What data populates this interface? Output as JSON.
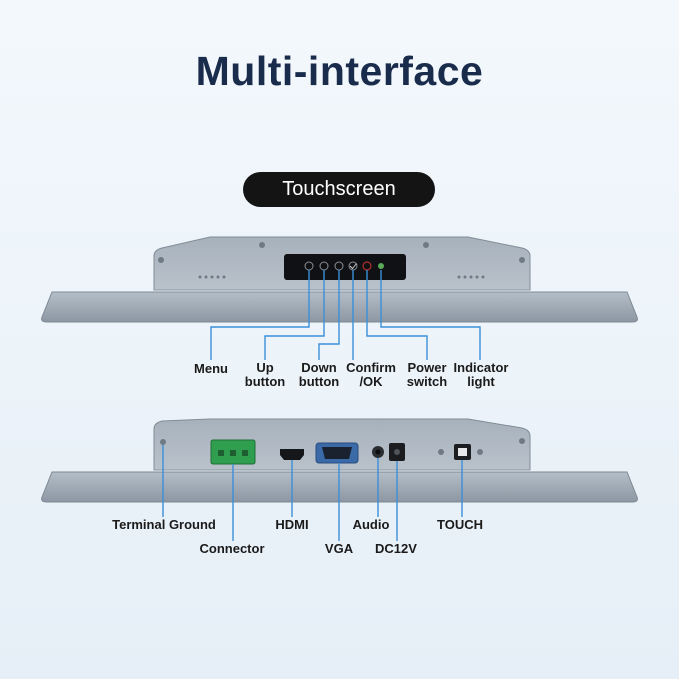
{
  "title": "Multi-interface",
  "section_label": "Touchscreen",
  "top_labels": {
    "menu": "Menu",
    "up_line1": "Up",
    "up_line2": "button",
    "down_line1": "Down",
    "down_line2": "button",
    "confirm_line1": "Confirm",
    "confirm_line2": "/OK",
    "power_line1": "Power",
    "power_line2": "switch",
    "indicator_line1": "Indicator",
    "indicator_line2": "light"
  },
  "bottom_labels": {
    "terminal_ground": "Terminal Ground",
    "connector": "Connector",
    "hdmi": "HDMI",
    "vga": "VGA",
    "audio": "Audio",
    "dc12v": "DC12V",
    "touch": "TOUCH"
  },
  "colors": {
    "callout_line": "#3a8fd9",
    "title": "#1a2c4c",
    "housing": "#9ba6b1",
    "terminal_green": "#2f9e4f"
  }
}
